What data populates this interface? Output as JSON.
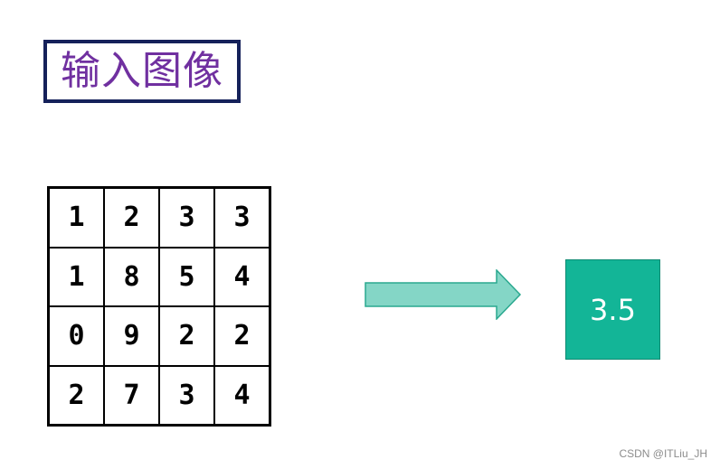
{
  "title": "输入图像",
  "grid": [
    [
      "1",
      "2",
      "3",
      "3"
    ],
    [
      "1",
      "8",
      "5",
      "4"
    ],
    [
      "0",
      "9",
      "2",
      "2"
    ],
    [
      "2",
      "7",
      "3",
      "4"
    ]
  ],
  "result": "3.5",
  "watermark": "CSDN @ITLiu_JH",
  "colors": {
    "title_text": "#7030a0",
    "title_border": "#15215a",
    "arrow_fill": "#84d6c6",
    "arrow_stroke": "#2aa88f",
    "result_fill": "#13b597",
    "result_text": "#ffffff"
  }
}
